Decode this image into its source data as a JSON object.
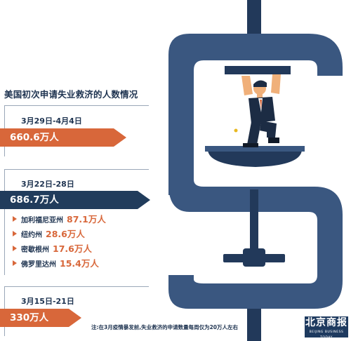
{
  "title": "美国初次申请失业救济的人数情况",
  "chart_data": {
    "type": "bar",
    "series": [
      {
        "period": "3月29日-4月4日",
        "total": "660.6万人",
        "value": 660.6,
        "color": "#d8673a"
      },
      {
        "period": "3月22日-28日",
        "total": "686.7万人",
        "value": 686.7,
        "color": "#213c5c",
        "states": [
          {
            "name": "加利福尼亚州",
            "value": "87.1万人"
          },
          {
            "name": "纽约州",
            "value": "28.6万人"
          },
          {
            "name": "密歇根州",
            "value": "17.6万人"
          },
          {
            "name": "佛罗里达州",
            "value": "15.4万人"
          }
        ]
      },
      {
        "period": "3月15日-21日",
        "total": "330万人",
        "value": 330,
        "color": "#d8673a"
      }
    ]
  },
  "note": "注:在3月疫情暴发前,失业救济的申请数量每周仅为20万人左右",
  "brand": {
    "zh": "北京商报",
    "en": "BEIJING BUSINESS TODAY"
  },
  "colors": {
    "accent": "#d8673a",
    "navy": "#213c5c",
    "clamp": "#3a5780",
    "clamp_dark": "#22395a"
  }
}
